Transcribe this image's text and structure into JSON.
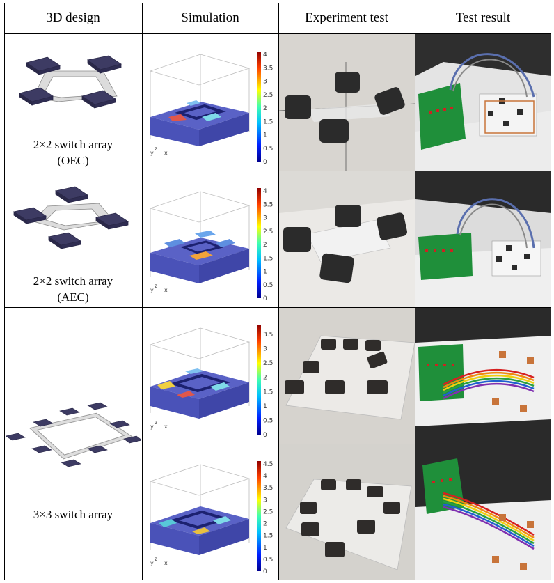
{
  "headers": [
    "3D design",
    "Simulation",
    "Experiment test",
    "Test result"
  ],
  "rows": [
    {
      "label_line1": "2×2 switch array",
      "label_line2": "(OEC)"
    },
    {
      "label_line1": "2×2 switch array",
      "label_line2": "(AEC)"
    },
    {
      "label_line1": "3×3 switch array",
      "label_line2": ""
    }
  ],
  "colorbars": [
    {
      "ticks": [
        "4",
        "3.5",
        "3",
        "2.5",
        "2",
        "1.5",
        "1",
        "0.5",
        "0"
      ]
    },
    {
      "ticks": [
        "4",
        "3.5",
        "3",
        "2.5",
        "2",
        "1.5",
        "1",
        "0.5",
        "0"
      ]
    },
    {
      "ticks": [
        "3.5",
        "3",
        "2.5",
        "2",
        "1.5",
        "1",
        "0.5",
        "0"
      ]
    },
    {
      "ticks": [
        "4.5",
        "4",
        "3.5",
        "3",
        "2.5",
        "2",
        "1.5",
        "1",
        "0.5",
        "0"
      ]
    }
  ],
  "axis_labels": {
    "y": "y",
    "z": "z",
    "x": "x"
  },
  "colors": {
    "pad": "#3d3b63",
    "bridge": "#d7d7d7",
    "substrate": "#4a4fa8",
    "black_pad": "#2b2b2b",
    "pcb": "#1f8f3a",
    "copper": "#c8743a"
  }
}
